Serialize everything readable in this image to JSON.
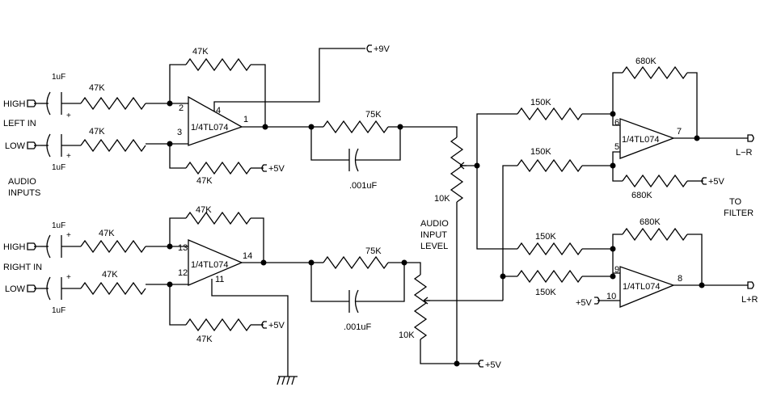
{
  "labels": {
    "r_fb_top_a": "47K",
    "r_in_high_l": "47K",
    "r_in_low_l": "47K",
    "r_low_a": "47K",
    "cap_high_l": "1uF",
    "cap_low_l": "1uF",
    "plus_high_l": "+",
    "plus_low_l": "+",
    "high_l": "HIGH",
    "left_in": "LEFT IN",
    "low_l": "LOW",
    "audio_inputs_1": "AUDIO",
    "audio_inputs_2": "INPUTS",
    "opamp_a": "1/4TL074",
    "pin_a2": "2",
    "pin_a3": "3",
    "pin_a4": "4",
    "pin_a1": "1",
    "plus9v": "+9V",
    "plus5v_a": "+5V",
    "r_75k_a": "75K",
    "cap_001_a": ".001uF",
    "pot_10k_a": "10K",
    "audio_level_1": "AUDIO",
    "audio_level_2": "INPUT",
    "audio_level_3": "LEVEL",
    "r_fb_top_b": "47K",
    "r_in_high_r": "47K",
    "r_in_low_r": "47K",
    "r_low_b": "47K",
    "cap_high_r": "1uF",
    "cap_low_r": "1uF",
    "plus_high_r": "+",
    "plus_low_r": "+",
    "high_r": "HIGH",
    "right_in": "RIGHT IN",
    "low_r": "LOW",
    "opamp_b": "1/4TL074",
    "pin_b13": "13",
    "pin_b12": "12",
    "pin_b14": "14",
    "pin_b11": "11",
    "plus5v_b": "+5V",
    "r_75k_b": "75K",
    "cap_001_b": ".001uF",
    "pot_10k_b": "10K",
    "plus5v_pot": "+5V",
    "r_680k_c_top": "680K",
    "r_150k_c1": "150K",
    "r_150k_c2": "150K",
    "r_680k_c_bot": "680K",
    "opamp_c": "1/4TL074",
    "pin_c6": "6",
    "pin_c5": "5",
    "pin_c7": "7",
    "plus5v_c": "+5V",
    "out_lr_minus": "L−R",
    "to_filter_1": "TO",
    "to_filter_2": "FILTER",
    "r_680k_d_top": "680K",
    "r_150k_d1": "150K",
    "r_150k_d2": "150K",
    "opamp_d": "1/4TL074",
    "pin_d9": "9",
    "pin_d10": "10",
    "pin_d8": "8",
    "plus5v_d": "+5V",
    "out_lr_plus": "L+R"
  }
}
